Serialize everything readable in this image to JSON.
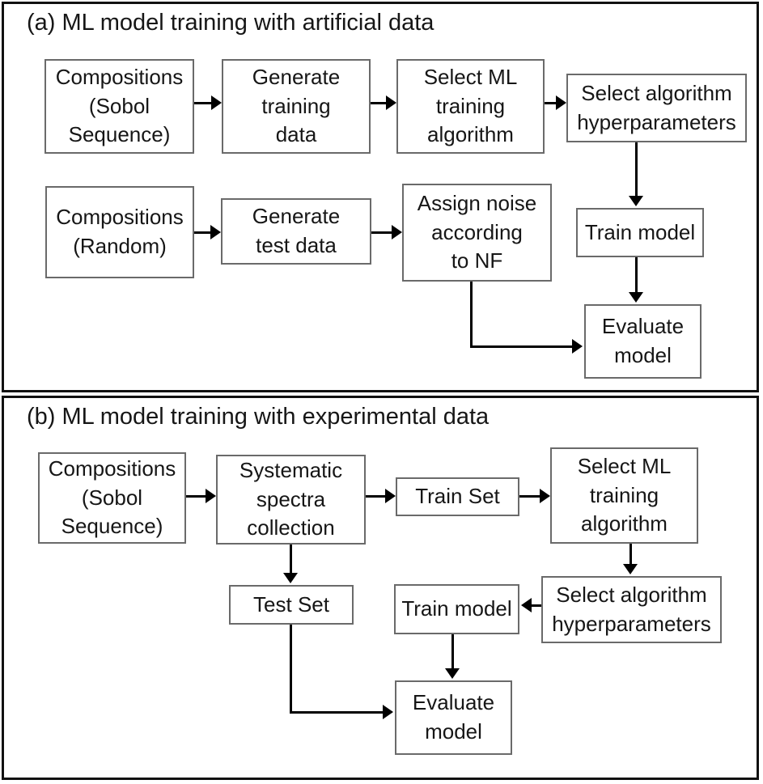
{
  "colors": {
    "box_border": "#6a6a6a",
    "panel_border": "#111111",
    "line": "#000000",
    "background": "#ffffff",
    "text": "#161616"
  },
  "panel_a": {
    "title": "(a) ML model training with artificial data",
    "nodes": {
      "compositions_sobol": "Compositions\n(Sobol\nSequence)",
      "generate_training_data": "Generate\ntraining\ndata",
      "select_ml_training_algorithm": "Select ML\ntraining\nalgorithm",
      "select_algorithm_hyperparameters": "Select algorithm\nhyperparameters",
      "compositions_random": "Compositions\n(Random)",
      "generate_test_data": "Generate\ntest data",
      "assign_noise": "Assign noise\naccording\nto NF",
      "train_model": "Train model",
      "evaluate_model": "Evaluate\nmodel"
    }
  },
  "panel_b": {
    "title": "(b) ML model training with experimental data",
    "nodes": {
      "compositions_sobol": "Compositions\n(Sobol\nSequence)",
      "systematic_spectra_collection": "Systematic\nspectra\ncollection",
      "train_set": "Train Set",
      "select_ml_training_algorithm": "Select ML\ntraining\nalgorithm",
      "test_set": "Test Set",
      "train_model": "Train model",
      "select_algorithm_hyperparameters": "Select algorithm\nhyperparameters",
      "evaluate_model": "Evaluate\nmodel"
    }
  }
}
